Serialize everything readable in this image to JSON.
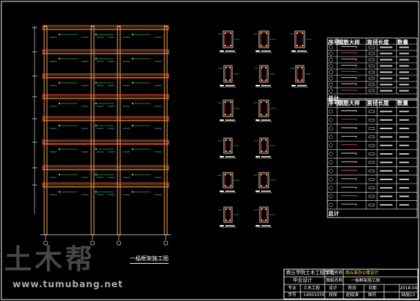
{
  "drawing": {
    "plan_title": "一榀框架施工图"
  },
  "watermark": {
    "logo_text": "土木帮",
    "url": "www.tumubang.net"
  },
  "tables": [
    {
      "headers": [
        "序号",
        "钢筋大样",
        "直径",
        "长度",
        "数量"
      ],
      "row_count": 8,
      "footer": "总计"
    },
    {
      "headers": [
        "序号",
        "钢筋大样",
        "直径",
        "长度",
        "数量"
      ],
      "row_count": 12,
      "footer": "总计"
    }
  ],
  "title_block": {
    "school": "商丘学院土木工程学院",
    "design_type": "毕业设计",
    "project_label": "工程名称",
    "project_value": "商丘某办公楼设计",
    "drawing_label": "图纸名称",
    "drawing_value": "一榀框架施工图",
    "major_label": "专业",
    "major_value": "土木工程",
    "design_label": "设计",
    "design_value": "陈宏",
    "date_label": "日期",
    "date_value": "2018.04",
    "student_label": "学号",
    "student_value": "14001070",
    "check_label": "校核",
    "check_value": "赵晓涛",
    "sheet_label": "图号",
    "sheet_value": "结施13"
  },
  "colors": {
    "background": "#000000",
    "frame_beam": "#ff4a4a",
    "frame_column": "#ffaa55",
    "rebar": "#ffe14d",
    "annotation": "#55ff55",
    "line": "#ffffff",
    "accent_cyan": "#55e0ff",
    "accent_blue": "#5aa0ff"
  }
}
